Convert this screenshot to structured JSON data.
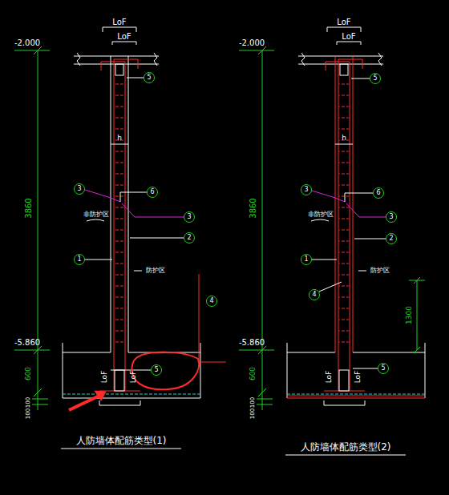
{
  "diagram": {
    "nodes": [
      {
        "text": [
          "5"
        ]
      },
      {
        "text": [
          "3"
        ]
      },
      {
        "text": [
          "6"
        ]
      },
      {
        "text": [
          "3"
        ]
      },
      {
        "text": [
          "2"
        ]
      },
      {
        "text": [
          "1"
        ]
      },
      {
        "text": [
          "4"
        ]
      },
      {
        "text": [
          "5"
        ]
      },
      {
        "text": [
          "5"
        ]
      },
      {
        "text": [
          "3"
        ]
      },
      {
        "text": [
          "6"
        ]
      },
      {
        "text": [
          "3"
        ]
      },
      {
        "text": [
          "2"
        ]
      },
      {
        "text": [
          "1"
        ]
      },
      {
        "text": [
          "4"
        ]
      },
      {
        "text": [
          "5"
        ]
      }
    ],
    "labels": [
      "LoF",
      "LoF",
      "-2.000",
      "3860",
      "h",
      "非防护区",
      "防护区",
      "-5.860",
      "600",
      "LoF",
      "LoF",
      "100",
      "100",
      "人防墙体配筋类型(1)",
      "LoF",
      "LoF",
      "-2.000",
      "3860",
      "h",
      "非防护区",
      "防护区",
      "1300",
      "-5.860",
      "600",
      "LoF",
      "LoF",
      "100",
      "100",
      "人防墙体配筋类型(2)"
    ]
  }
}
